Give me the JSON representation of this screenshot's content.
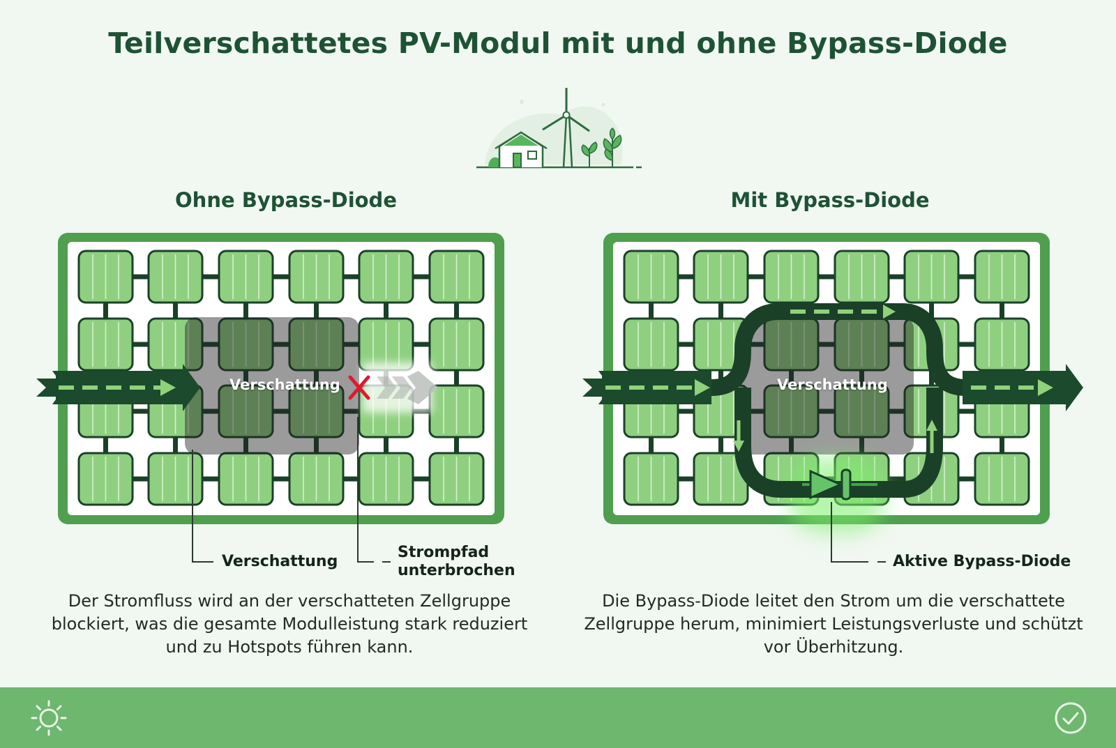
{
  "title": "Teilverschattetes PV-Modul mit und ohne Bypass-Diode",
  "left_panel": {
    "heading": "Ohne Bypass-Diode",
    "shading_label": "Verschattung",
    "callout_shading": "Verschattung",
    "callout_path": "Strompfad unterbrochen",
    "description": "Der Stromfluss wird an der verschatteten Zellgruppe blockiert, was die gesamte Modulleistung stark reduziert und zu Hotspots führen kann."
  },
  "right_panel": {
    "heading": "Mit Bypass-Diode",
    "shading_label": "Verschattung",
    "callout_diode": "Aktive Bypass-Diode",
    "description": "Die Bypass-Diode leitet den Strom um die verschattete Zellgruppe herum, minimiert Leistungsverluste und schützt vor Überhitzung."
  },
  "icons": {
    "header": "house-wind-turbine-plants-icon",
    "footer_left": "sun-icon",
    "footer_right": "checkmark-circle-icon",
    "blocked": "red-x-icon",
    "diode": "diode-icon"
  },
  "colors": {
    "title": "#1e5234",
    "cell": "#8fd080",
    "frame": "#4f9f4f",
    "wire": "#1b4028",
    "blocked": "#e0192c",
    "footer": "#6db76f"
  }
}
